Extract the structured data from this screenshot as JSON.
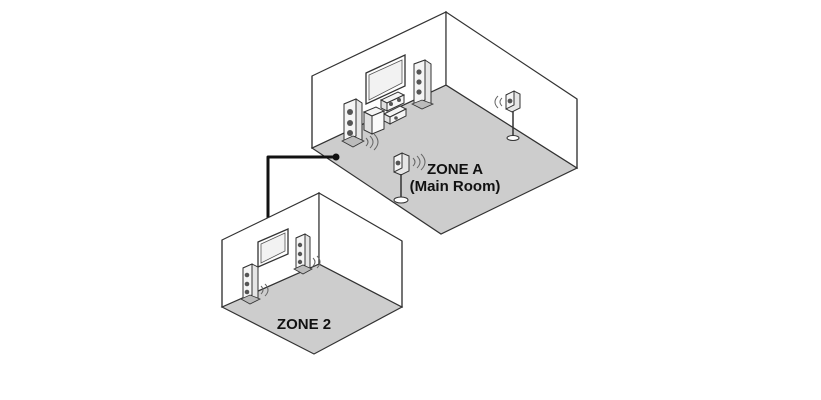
{
  "zones": {
    "zone_a": {
      "title": "ZONE A",
      "subtitle": "(Main Room)"
    },
    "zone_2": {
      "title": "ZONE 2"
    }
  },
  "colors": {
    "floor": "#cdcdcd",
    "wall": "#ffffff",
    "outline": "#333333",
    "connector": "#111111",
    "text": "#111111"
  },
  "icons": [
    "tv-icon",
    "floor-speaker-icon",
    "center-speaker-icon",
    "subwoofer-icon",
    "surround-speaker-icon",
    "av-receiver-icon",
    "sound-wave-icon",
    "arrow-icon"
  ]
}
